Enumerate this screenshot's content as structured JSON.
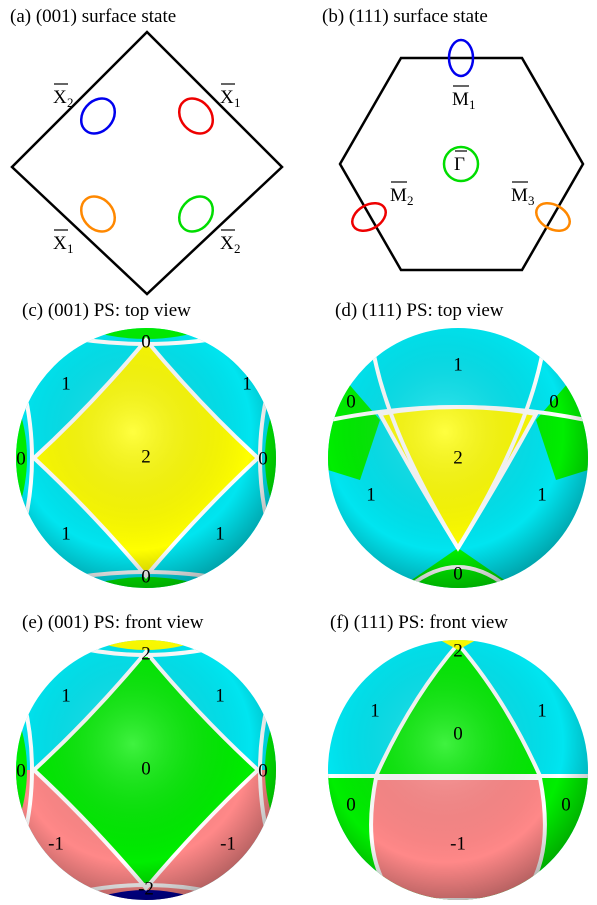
{
  "panels": {
    "a": {
      "caption": "(a) (001) surface state",
      "labels": {
        "x2_tl": "X",
        "x2_tl_sub": "2",
        "x1_tr": "X",
        "x1_tr_sub": "1",
        "x1_bl": "X",
        "x1_bl_sub": "1",
        "x2_br": "X",
        "x2_br_sub": "2"
      }
    },
    "b": {
      "caption": "(b) (111) surface state",
      "labels": {
        "m1": "M",
        "m1_sub": "1",
        "gamma": "Γ",
        "m2": "M",
        "m2_sub": "2",
        "m3": "M",
        "m3_sub": "3"
      }
    },
    "c": {
      "caption": "(c) (001) PS: top view",
      "numbers": {
        "top": "0",
        "ul": "1",
        "ur": "1",
        "left": "0",
        "center": "2",
        "right": "0",
        "ll": "1",
        "lr": "1",
        "bottom": "0"
      }
    },
    "d": {
      "caption": "(d) (111) PS: top view",
      "numbers": {
        "top": "1",
        "left": "0",
        "right": "0",
        "center": "2",
        "ll": "1",
        "lr": "1",
        "bottom": "0"
      }
    },
    "e": {
      "caption": "(e) (001) PS: front view",
      "numbers": {
        "top": "2",
        "ul": "1",
        "ur": "1",
        "left": "0",
        "center": "0",
        "right": "0",
        "ll": "-1",
        "lr": "-1",
        "bottom": "-2"
      }
    },
    "f": {
      "caption": "(f) (111) PS: front view",
      "numbers": {
        "top": "2",
        "ul": "1",
        "ur": "1",
        "center": "0",
        "left": "0",
        "right": "0",
        "bottom": "-1"
      }
    }
  },
  "colors": {
    "yellow": "#ffff00",
    "cyan": "#00e5f0",
    "green": "#00ee00",
    "pink": "#ff8888",
    "navy": "#000099",
    "blue": "#0000ee",
    "red": "#ee0000",
    "orange": "#ff8800",
    "lime": "#00dd00"
  }
}
